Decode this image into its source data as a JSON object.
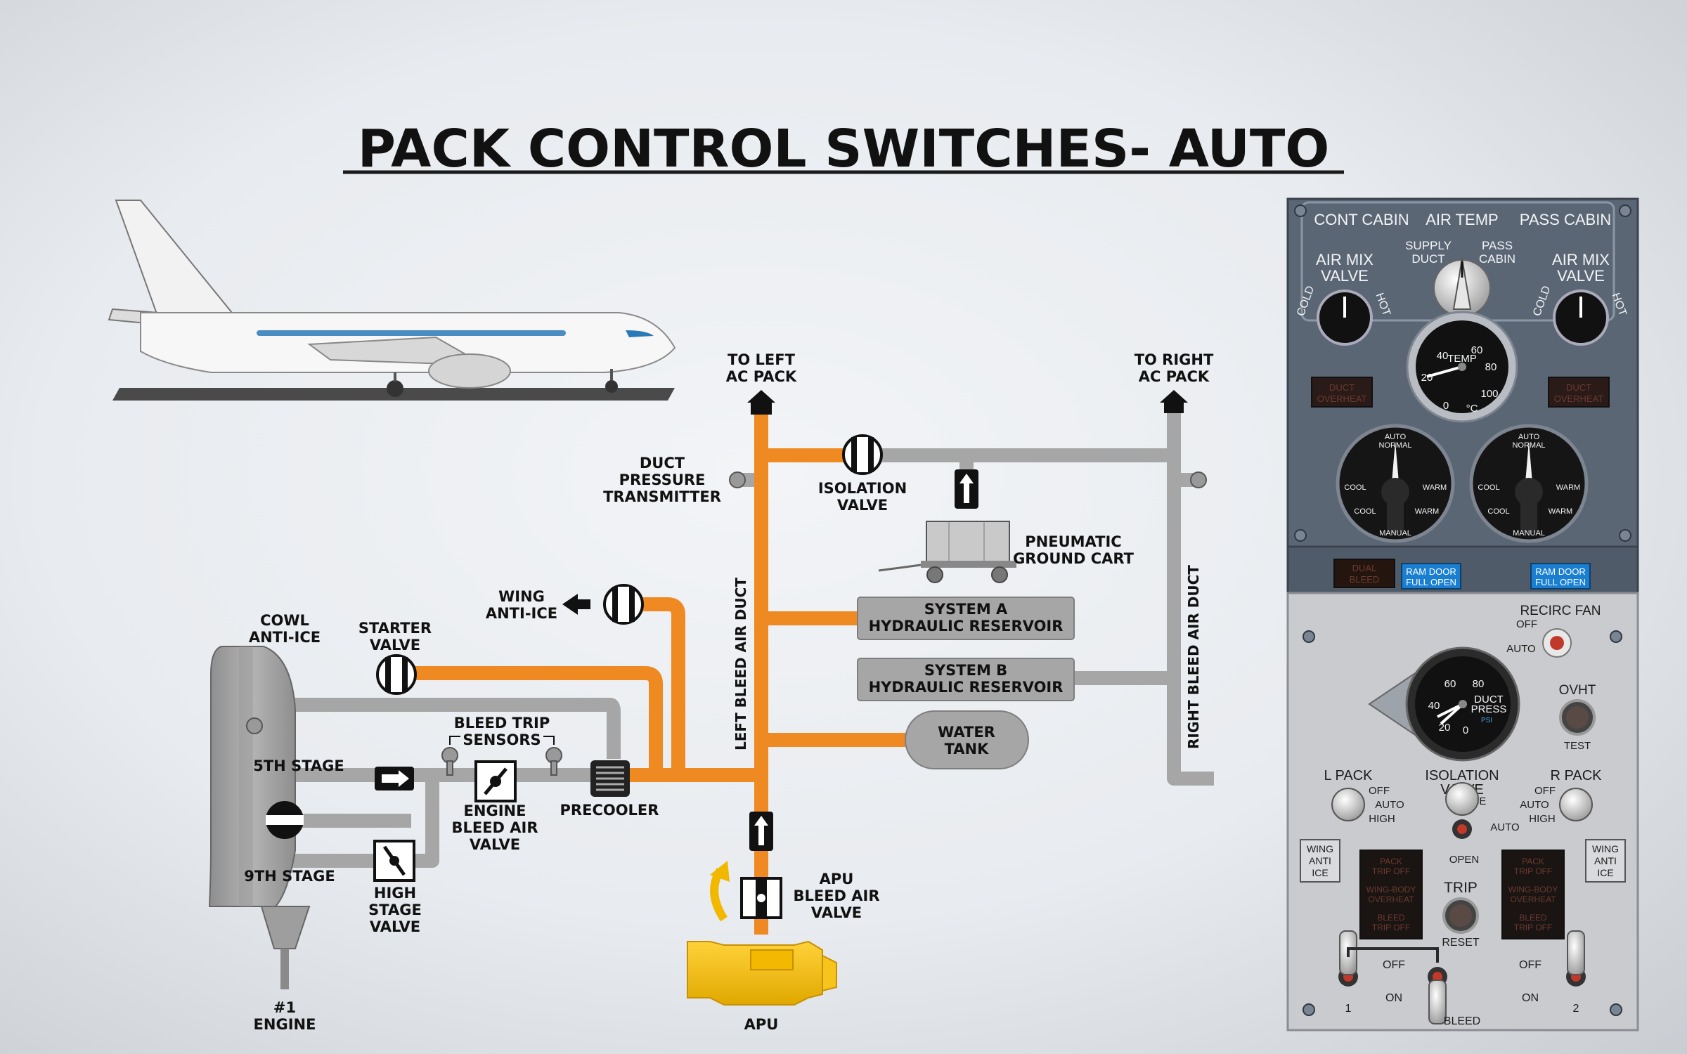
{
  "title": "PACK CONTROL SWITCHES- AUTO",
  "diagram": {
    "to_left_pack": [
      "TO LEFT",
      "AC PACK"
    ],
    "to_right_pack": [
      "TO RIGHT",
      "AC PACK"
    ],
    "duct_pressure_transmitter": [
      "DUCT",
      "PRESSURE",
      "TRANSMITTER"
    ],
    "isolation_valve": [
      "ISOLATION",
      "VALVE"
    ],
    "pneumatic_ground_cart": [
      "PNEUMATIC",
      "GROUND CART"
    ],
    "wing_anti_ice": [
      "WING",
      "ANTI-ICE"
    ],
    "cowl_anti_ice": [
      "COWL",
      "ANTI-ICE"
    ],
    "starter_valve": [
      "STARTER",
      "VALVE"
    ],
    "system_a": [
      "SYSTEM A",
      "HYDRAULIC RESERVOIR"
    ],
    "system_b": [
      "SYSTEM B",
      "HYDRAULIC RESERVOIR"
    ],
    "water_tank": [
      "WATER",
      "TANK"
    ],
    "bleed_trip_sensors": [
      "BLEED TRIP",
      "SENSORS"
    ],
    "fifth_stage": "5TH STAGE",
    "ninth_stage": "9TH STAGE",
    "engine_bleed_valve": [
      "ENGINE",
      "BLEED AIR",
      "VALVE"
    ],
    "precooler": "PRECOOLER",
    "high_stage_valve": [
      "HIGH",
      "STAGE",
      "VALVE"
    ],
    "left_duct": "LEFT BLEED AIR DUCT",
    "right_duct": "RIGHT BLEED AIR DUCT",
    "apu_bleed_valve": [
      "APU",
      "BLEED AIR",
      "VALVE"
    ],
    "apu": "APU",
    "engine": [
      "#1",
      "ENGINE"
    ]
  },
  "panel": {
    "header": {
      "left": "CONT CABIN",
      "center": "AIR TEMP",
      "right": "PASS CABIN"
    },
    "air_mix_valve": [
      "AIR MIX",
      "VALVE"
    ],
    "cold": "COLD",
    "hot": "HOT",
    "supply_duct": [
      "SUPPLY",
      "DUCT"
    ],
    "pass_cabin": [
      "PASS",
      "CABIN"
    ],
    "temp_gauge": {
      "label": "TEMP",
      "unit": "°C",
      "ticks": [
        "0",
        "20",
        "40",
        "60",
        "80",
        "100"
      ]
    },
    "duct_overheat": [
      "DUCT",
      "OVERHEAT"
    ],
    "temp_selector": {
      "auto": "AUTO",
      "normal": "NORMAL",
      "cool": "COOL",
      "warm": "WARM",
      "manual": "MANUAL"
    },
    "dual_bleed": [
      "DUAL",
      "BLEED"
    ],
    "ram_door": [
      "RAM DOOR",
      "FULL OPEN"
    ],
    "recirc_fan": {
      "label": "RECIRC FAN",
      "off": "OFF",
      "auto": "AUTO"
    },
    "ovht": {
      "label": "OVHT",
      "test": "TEST"
    },
    "duct_press": {
      "label": [
        "DUCT",
        "PRESS"
      ],
      "unit": "PSI",
      "ticks": [
        "0",
        "20",
        "40",
        "60",
        "80"
      ]
    },
    "l_pack": {
      "label": "L PACK",
      "positions": [
        "OFF",
        "AUTO",
        "HIGH"
      ]
    },
    "r_pack": {
      "label": "R PACK",
      "positions": [
        "OFF",
        "AUTO",
        "HIGH"
      ]
    },
    "isolation_valve": {
      "label": [
        "ISOLATION",
        "VALVE"
      ],
      "close": "CLOSE",
      "auto": "AUTO",
      "open": "OPEN"
    },
    "wing_anti_ice": [
      "WING",
      "ANTI",
      "ICE"
    ],
    "annunciators": {
      "pack_trip_off": [
        "PACK",
        "TRIP OFF"
      ],
      "wing_body_overheat": [
        "WING-BODY",
        "OVERHEAT"
      ],
      "bleed_trip_off": [
        "BLEED",
        "TRIP OFF"
      ]
    },
    "trip": "TRIP",
    "reset": "RESET",
    "bleed_switches": {
      "off": "OFF",
      "on": "ON",
      "one": "1",
      "two": "2",
      "bleed": "BLEED"
    }
  },
  "colors": {
    "bleed_air": "#ef8a23",
    "unpressurized_duct": "#a6a6a6",
    "apu": "#f7c41b",
    "panel_upper": "#5b6675",
    "panel_lower": "#c9cbce",
    "ram_door_light": "#1a7fd0",
    "amber_light_off": "#5a3a30"
  }
}
